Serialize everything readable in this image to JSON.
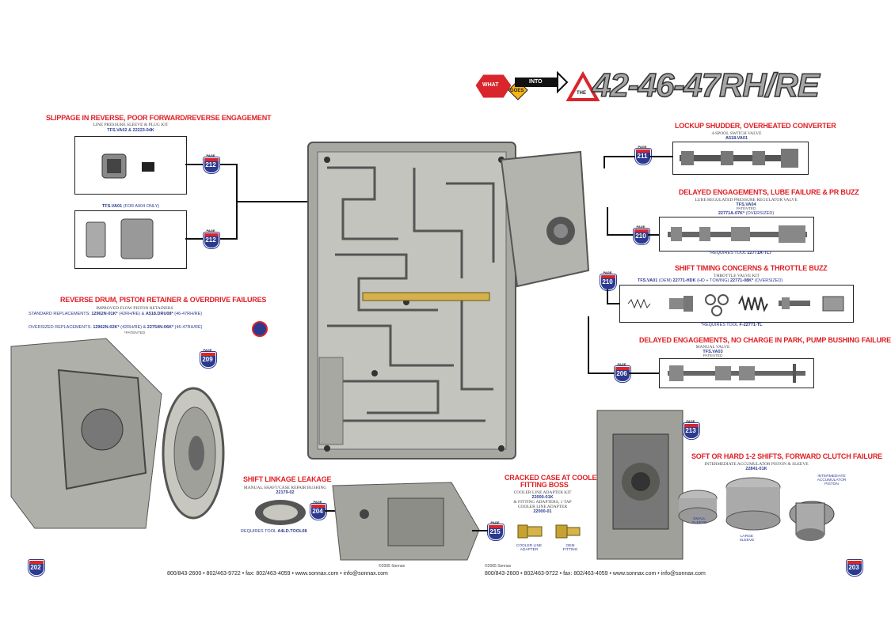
{
  "title": {
    "what": "WHAT",
    "goes": "GOES",
    "into": "INTO",
    "the": "THE",
    "model": "42-46-47RH/RE"
  },
  "left_page": {
    "slippage": {
      "heading": "SLIPPAGE IN REVERSE, POOR FORWARD/REVERSE ENGAGEMENT",
      "kit_desc": "LINE PRESSURE SLEEVE & PLUG KIT",
      "kit_pn": "TFS.VA02 & 22223-04K",
      "page_a": "212",
      "part2_label": "TFS.VA01",
      "part2_note": "(FOR A904 ONLY)",
      "page_b": "212"
    },
    "reverse_drum": {
      "heading": "REVERSE DRUM, PISTON RETAINER & OVERDRIVE FAILURES",
      "desc": "IMPROVED FLOW PISTON RETAINERS",
      "std_label": "STANDARD REPLACEMENTS:",
      "std_a": "12962N-01K*",
      "std_a_note": "(42RH/RE) &",
      "std_b": "A518.DRU08*",
      "std_b_note": "(46-47RH/RE)",
      "over_label": "OVERSIZED REPLACEMENTS:",
      "over_a": "12962N-02K*",
      "over_a_note": "(42RH/RE) &",
      "over_b": "22754N-06K*",
      "over_b_note": "(46-47RH/RE)",
      "patented": "*PATENTED",
      "page": "209"
    },
    "shift_linkage": {
      "heading": "SHIFT LINKAGE LEAKAGE",
      "desc": "MANUAL SHAFT/CASE REPAIR BUSHING",
      "pn": "22179-02",
      "tool": "REQUIRES TOOL",
      "tool_pn": "A4LD.TOOL08",
      "page": "204"
    },
    "page_number": "202",
    "footer": "800/843-2600 • 802/463-9722 • fax: 802/463-4059 • www.sonnax.com • info@sonnax.com",
    "copyright": "©2005 Sonnax"
  },
  "right_page": {
    "lockup": {
      "heading": "LOCKUP SHUDDER, OVERHEATED CONVERTER",
      "desc": "4-SPOOL SWITCH VALVE",
      "pn": "A518.VA01",
      "page": "211"
    },
    "delayed_lube": {
      "heading": "DELAYED ENGAGEMENTS, LUBE FAILURE & PR BUZZ",
      "desc": "LUBE REGULATED PRESSURE REGULATOR VALVE",
      "pn": "TFS.VA04",
      "patented": "PATENTED",
      "pn2": "22771A-07K*",
      "pn2_note": "(OVERSIZED)",
      "tool": "*REQUIRES TOOL",
      "tool_pn": "22771A-TL7",
      "page": "210"
    },
    "shift_timing": {
      "heading": "SHIFT TIMING CONCERNS & THROTTLE BUZZ",
      "desc": "THROTTLE VALVE KIT",
      "pn_a": "TFS.VA01",
      "pn_a_note": "(OEM)",
      "pn_b": "22771-HDK",
      "pn_b_note": "(HD + TOWING)",
      "pn_c": "22771-08K*",
      "pn_c_note": "(OVERSIZED)",
      "tool": "*REQUIRES TOOL",
      "tool_pn": "F-22771-TL",
      "page": "210"
    },
    "delayed_park": {
      "heading": "DELAYED ENGAGEMENTS, NO CHARGE IN PARK, PUMP BUSHING FAILURE",
      "desc": "MANUAL VALVE",
      "pn": "TFS.VA03",
      "patented": "PATENTED",
      "page": "206"
    },
    "cracked_case": {
      "heading_1": "CRACKED CASE AT COOLER",
      "heading_2": "FITTING BOSS",
      "desc1": "COOLER LINE ADAPTER KIT",
      "pn1": "22000-01K",
      "desc2": "& FITTING ADAPTERS, 1 TAP",
      "desc3": "COOLER LINE ADAPTER",
      "pn2": "22000-01",
      "lbl_adapter_1": "COOLER LINE",
      "lbl_adapter_2": "ADAPTER",
      "lbl_oem_1": "OEM",
      "lbl_oem_2": "FITTING",
      "page": "215"
    },
    "soft_hard": {
      "heading": "SOFT OR HARD 1-2 SHIFTS, FORWARD CLUTCH FAILURE",
      "desc": "INTERMEDIATE ACCUMULATOR PISTON & SLEEVE",
      "pn": "22841-01K",
      "lbl_small_1": "SMALL",
      "lbl_small_2": "SLEEVE",
      "lbl_large_1": "LARGE",
      "lbl_large_2": "SLEEVE",
      "lbl_piston_1": "INTERMEDIATE",
      "lbl_piston_2": "ACCUMULATOR",
      "lbl_piston_3": "PISTON",
      "page": "213"
    },
    "page_number": "203",
    "footer": "800/843-2600 • 802/463-9722 • fax: 802/463-4059 • www.sonnax.com • info@sonnax.com",
    "copyright": "©2005 Sonnax"
  },
  "badge_label": "PAGE",
  "colors": {
    "red": "#e01e24",
    "blue": "#2b3a8f",
    "metal": "#9a9a94"
  }
}
